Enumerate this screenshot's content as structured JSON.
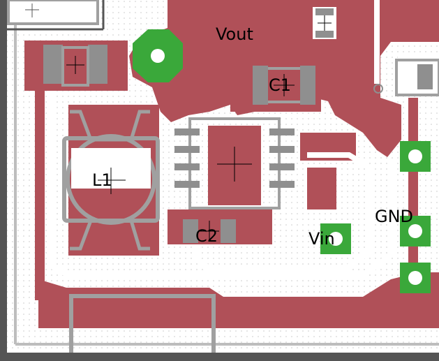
{
  "labels": {
    "vout": "Vout",
    "c1": "C1",
    "l1": "L1",
    "c2": "C2",
    "vin": "Vin",
    "gnd": "GND"
  },
  "colors": {
    "background": "#ffffff",
    "copper": "#b05058",
    "pad_green": "#3aa83a",
    "silkscreen": "#a0a0a0",
    "smd_pad": "#8f8f8f",
    "outline": "#555555",
    "dot_grid": "#c8c8c8"
  },
  "icons": {
    "origin_cross": "crosshair-icon",
    "via": "via-ring-icon"
  }
}
